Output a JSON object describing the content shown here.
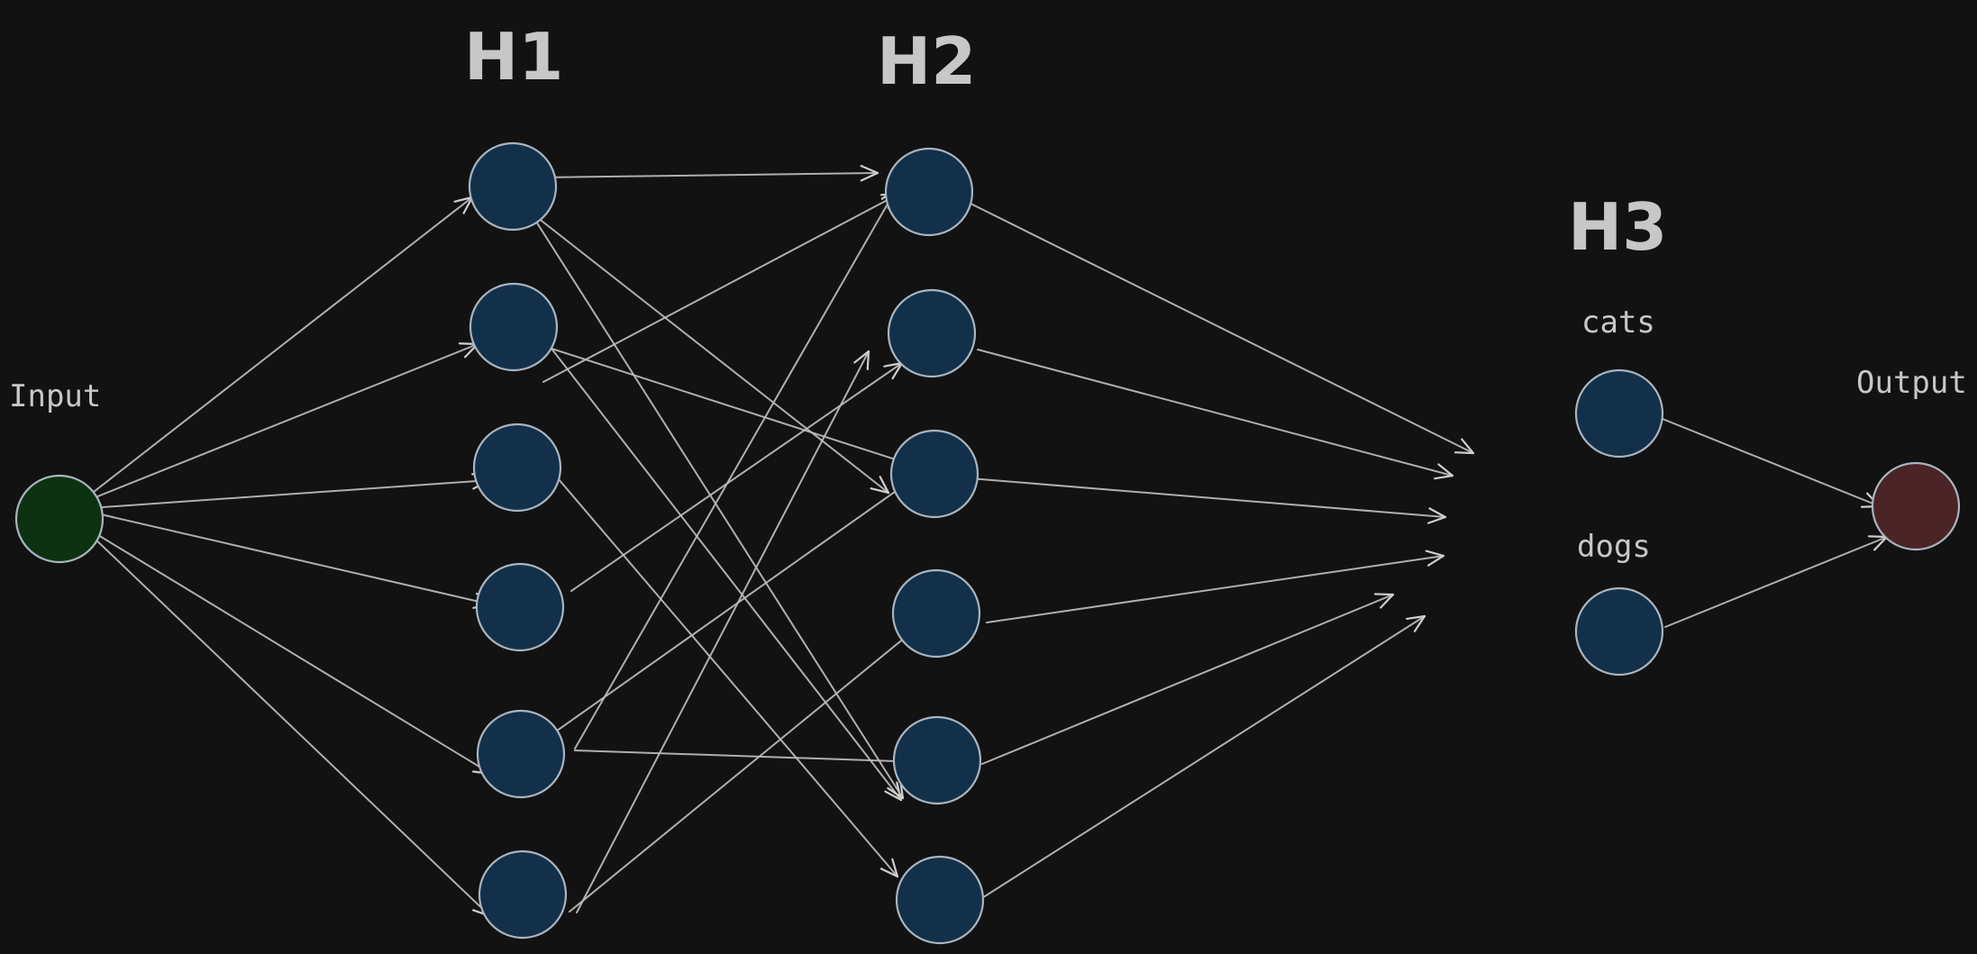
{
  "labels": {
    "h1": "H1",
    "h2": "H2",
    "h3": "H3",
    "input": "Input",
    "output": "Output",
    "cats": "cats",
    "dogs": "dogs"
  },
  "colors": {
    "background": "#121212",
    "input_node": "#0d3212",
    "hidden_node": "#123049",
    "output_node": "#4a2426",
    "edge": "#bdbdbd",
    "text": "#c7c7c7"
  }
}
